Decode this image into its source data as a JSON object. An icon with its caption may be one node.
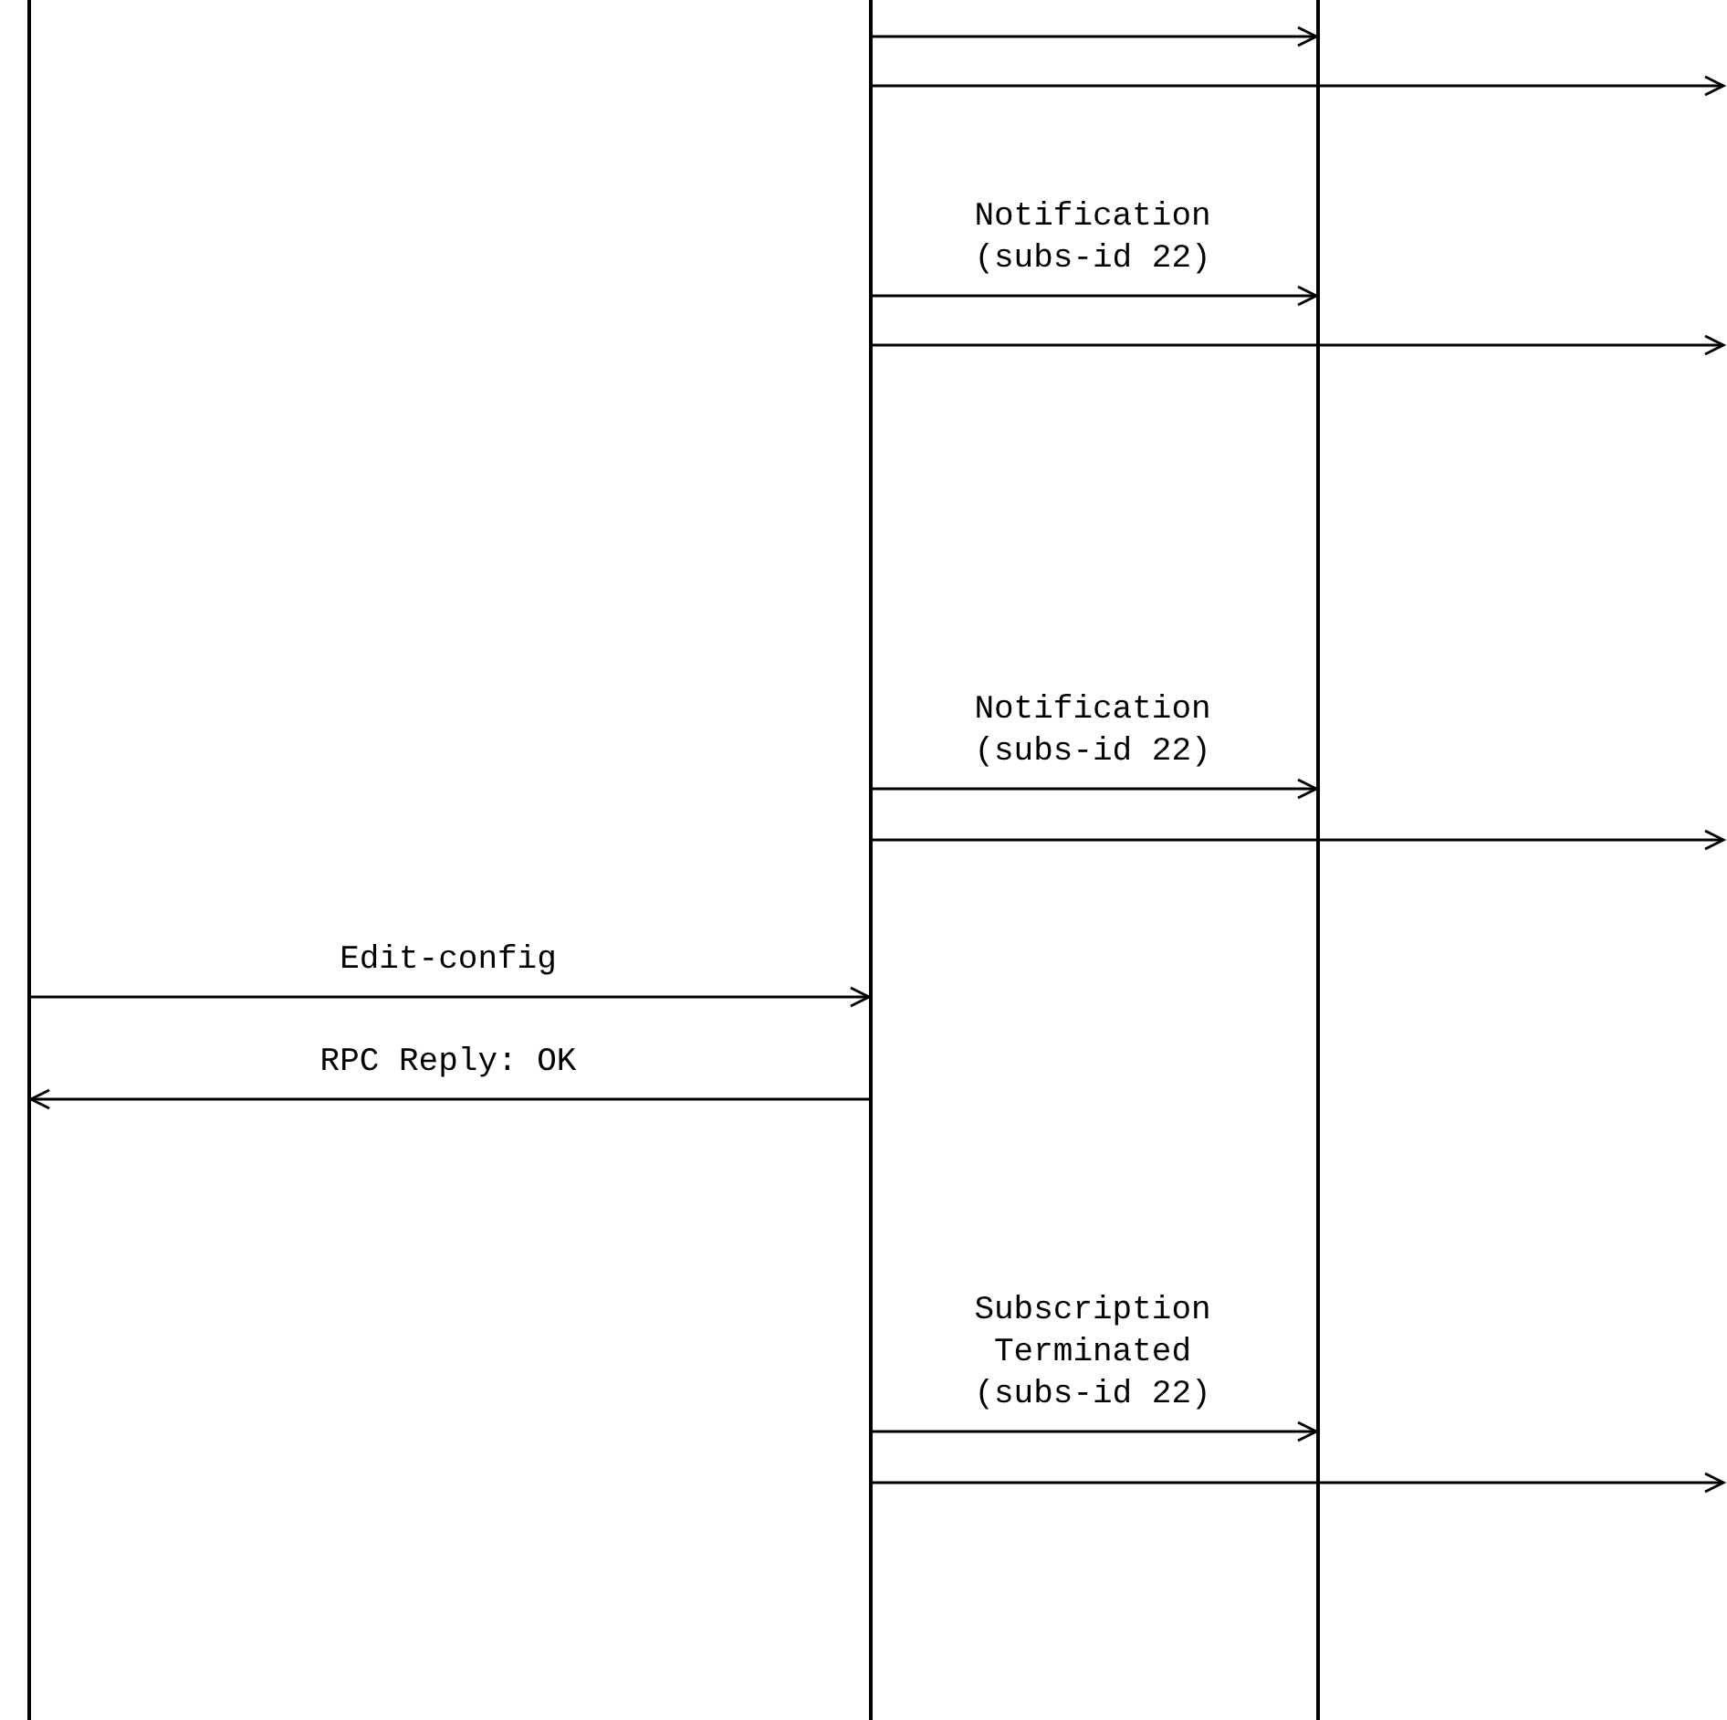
{
  "diagram": {
    "nodes": [
      {
        "text": [],
        "shape": "bar"
      },
      {
        "text": [],
        "shape": "bar"
      },
      {
        "text": [],
        "shape": "bar"
      }
    ],
    "edges": [
      {
        "from": 1,
        "to": 2,
        "arrow": "to"
      },
      {
        "from": 1,
        "to": null,
        "arrow": "to"
      },
      {
        "from": 1,
        "to": 2,
        "arrow": "to",
        "label": "Notification (subs-id 22)"
      },
      {
        "from": 1,
        "to": null,
        "arrow": "to"
      },
      {
        "from": 1,
        "to": 2,
        "arrow": "to",
        "label": "Notification (subs-id 22)"
      },
      {
        "from": 1,
        "to": null,
        "arrow": "to"
      },
      {
        "from": 0,
        "to": 1,
        "arrow": "to",
        "label": "Edit-config"
      },
      {
        "from": 1,
        "to": 0,
        "arrow": "to",
        "label": "RPC Reply: OK"
      },
      {
        "from": 1,
        "to": 2,
        "arrow": "to",
        "label": "Subscription Terminated (subs-id 22)"
      },
      {
        "from": 1,
        "to": null,
        "arrow": "to"
      }
    ]
  }
}
